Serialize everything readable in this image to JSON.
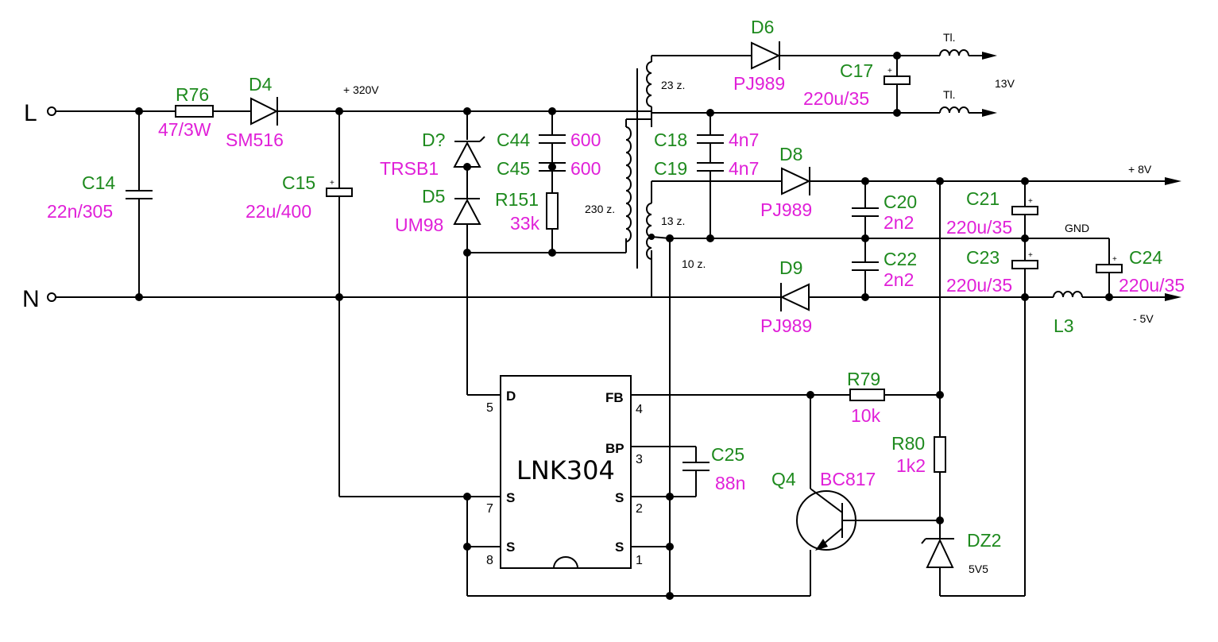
{
  "terminals": {
    "line": "L",
    "neutral": "N"
  },
  "net_labels": {
    "v320": "+ 320V",
    "v13": "13V",
    "v8": "+ 8V",
    "gnd": "GND",
    "vneg5": "- 5V",
    "tl_top": "Tl.",
    "tl_bottom": "Tl."
  },
  "transformer": {
    "primary_turns": "230 z.",
    "winding_13v": "23 z.",
    "winding_8v": "13 z.",
    "winding_neg5v": "10 z."
  },
  "ic": {
    "name": "LNK304",
    "pins": {
      "d": "D",
      "d_num": "5",
      "s7": "S",
      "s7_num": "7",
      "s8": "S",
      "s8_num": "8",
      "fb": "FB",
      "fb_num": "4",
      "bp": "BP",
      "bp_num": "3",
      "s2": "S",
      "s2_num": "2",
      "s1": "S",
      "s1_num": "1"
    }
  },
  "components": {
    "R76": {
      "ref": "R76",
      "value": "47/3W"
    },
    "D4": {
      "ref": "D4",
      "value": "SM516"
    },
    "C14": {
      "ref": "C14",
      "value": "22n/305"
    },
    "C15": {
      "ref": "C15",
      "value": "22u/400"
    },
    "Dq": {
      "ref": "D?",
      "value": "TRSB1"
    },
    "D5": {
      "ref": "D5",
      "value": "UM98"
    },
    "C44": {
      "ref": "C44",
      "value": "600"
    },
    "C45": {
      "ref": "C45",
      "value": "600"
    },
    "R151": {
      "ref": "R151",
      "value": "33k"
    },
    "D6": {
      "ref": "D6",
      "value": "PJ989"
    },
    "C17": {
      "ref": "C17",
      "value": "220u/35"
    },
    "C18": {
      "ref": "C18",
      "value": "4n7"
    },
    "C19": {
      "ref": "C19",
      "value": "4n7"
    },
    "D8": {
      "ref": "D8",
      "value": "PJ989"
    },
    "C20": {
      "ref": "C20",
      "value": "2n2"
    },
    "C21": {
      "ref": "C21",
      "value": "220u/35"
    },
    "C22": {
      "ref": "C22",
      "value": "2n2"
    },
    "C23": {
      "ref": "C23",
      "value": "220u/35"
    },
    "C24": {
      "ref": "C24",
      "value": "220u/35"
    },
    "D9": {
      "ref": "D9",
      "value": "PJ989"
    },
    "L3": {
      "ref": "L3"
    },
    "C25": {
      "ref": "C25",
      "value": "88n"
    },
    "R79": {
      "ref": "R79",
      "value": "10k"
    },
    "R80": {
      "ref": "R80",
      "value": "1k2"
    },
    "Q4": {
      "ref": "Q4",
      "value": "BC817"
    },
    "DZ2": {
      "ref": "DZ2",
      "value": "5V5"
    }
  }
}
